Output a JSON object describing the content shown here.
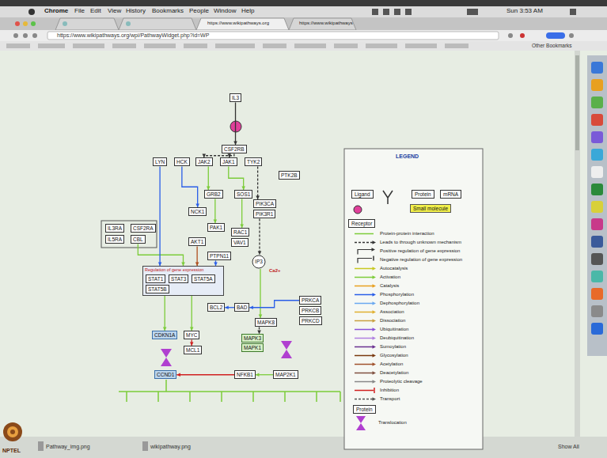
{
  "diagram": {
    "nodes": [
      {
        "text": [
          "IL3"
        ]
      },
      {
        "text": [
          "CSF2RB"
        ]
      },
      {
        "text": [
          "LYN"
        ]
      },
      {
        "text": [
          "HCK"
        ]
      },
      {
        "text": [
          "JAK2"
        ]
      },
      {
        "text": [
          "JAK1"
        ]
      },
      {
        "text": [
          "TYK2"
        ]
      },
      {
        "text": [
          "PTK2B"
        ]
      },
      {
        "text": [
          "GRB2"
        ]
      },
      {
        "text": [
          "SOS1"
        ]
      },
      {
        "text": [
          "NCK1"
        ]
      },
      {
        "text": [
          "PIK3CA"
        ]
      },
      {
        "text": [
          "PIK3R1"
        ]
      },
      {
        "text": [
          "PAK1"
        ]
      },
      {
        "text": [
          "AKT1"
        ]
      },
      {
        "text": [
          "RAC1"
        ]
      },
      {
        "text": [
          "VAV1"
        ]
      },
      {
        "text": [
          "PTPN11"
        ]
      },
      {
        "text": [
          "IL3RA"
        ]
      },
      {
        "text": [
          "CSF2RA"
        ]
      },
      {
        "text": [
          "IL5RA"
        ]
      },
      {
        "text": [
          "CBL"
        ]
      },
      {
        "text": [
          "Regulation of gene expression"
        ]
      },
      {
        "text": [
          "STAT1"
        ],
        "in": 22
      },
      {
        "text": [
          "STAT3"
        ],
        "in": 22
      },
      {
        "text": [
          "STAT5A"
        ],
        "in": 22
      },
      {
        "text": [
          "STAT5B"
        ],
        "in": 22
      },
      {
        "text": [
          "IP3"
        ]
      },
      {
        "text": [
          "BCL2"
        ]
      },
      {
        "text": [
          "BAD"
        ]
      },
      {
        "text": [
          "PRKCA"
        ]
      },
      {
        "text": [
          "PRKCB"
        ]
      },
      {
        "text": [
          "PRKCD"
        ]
      },
      {
        "text": [
          "CDKN1A"
        ]
      },
      {
        "text": [
          "MYC"
        ]
      },
      {
        "text": [
          "MAPK8"
        ]
      },
      {
        "text": [
          "MAPK3"
        ]
      },
      {
        "text": [
          "MAPK1"
        ]
      },
      {
        "text": [
          "MCL1"
        ]
      },
      {
        "text": [
          "CCND1"
        ]
      },
      {
        "text": [
          "NFKB1"
        ]
      },
      {
        "text": [
          "MAP2K1"
        ]
      }
    ],
    "edges": [
      {
        "from": 0,
        "to": 1,
        "arrow": "to"
      },
      {
        "from": 1,
        "to": 4,
        "arrow": "to"
      },
      {
        "from": 1,
        "to": 5,
        "arrow": "to"
      },
      {
        "from": 4,
        "to": 8,
        "arrow": "to"
      },
      {
        "from": 5,
        "to": 9,
        "arrow": "to"
      },
      {
        "from": 6,
        "to": 11,
        "arrow": "to"
      },
      {
        "from": 3,
        "to": 10,
        "arrow": "to"
      },
      {
        "from": 8,
        "to": 13,
        "arrow": "to"
      },
      {
        "from": 9,
        "to": 15,
        "arrow": "to"
      },
      {
        "from": 12,
        "to": 27,
        "arrow": "to"
      },
      {
        "from": 21,
        "to": 22,
        "arrow": "to"
      },
      {
        "from": 2,
        "to": 22,
        "arrow": "to"
      },
      {
        "from": 14,
        "to": 22,
        "arrow": "to"
      },
      {
        "from": 17,
        "to": 22,
        "arrow": "to"
      },
      {
        "from": 22,
        "to": 33,
        "arrow": "to"
      },
      {
        "from": 22,
        "to": 34,
        "arrow": "to"
      },
      {
        "from": 34,
        "to": 38,
        "arrow": "to"
      },
      {
        "from": 35,
        "to": 36,
        "arrow": "to"
      },
      {
        "from": 27,
        "to": 35,
        "arrow": "to"
      },
      {
        "from": 29,
        "to": 28,
        "arrow": "to"
      },
      {
        "from": 30,
        "to": 29,
        "arrow": "to"
      },
      {
        "from": 41,
        "to": 40,
        "arrow": "to"
      },
      {
        "from": 40,
        "to": 39,
        "arrow": "to"
      }
    ],
    "labels": [
      "Chrome",
      "File",
      "Edit",
      "View",
      "History",
      "Bookmarks",
      "People",
      "Window",
      "Help",
      "Sun 3:53 AM",
      "https://www.wikipathways.org",
      "https://www.wikipathways",
      "https://www.wikipathways.org/wpi/PathwayWidget.php?id=WP",
      "Other Bookmarks",
      "LEGEND",
      "Ca2+",
      "Pathway_img.png",
      "wikipathway.png",
      "Show All",
      "NPTEL"
    ],
    "legend": [
      {
        "text": "Ligand"
      },
      {
        "text": "Receptor"
      },
      {
        "text": "Protein"
      },
      {
        "text": "mRNA"
      },
      {
        "text": "Small molecule",
        "color": "#f2f04a"
      },
      {
        "text": "Protein-protein interaction"
      },
      {
        "text": "Leads to through unknown mechanism"
      },
      {
        "text": "Positive regulation of gene expression"
      },
      {
        "text": "Negative regulation of gene expression"
      },
      {
        "text": "Autocatalysis"
      },
      {
        "text": "Activation"
      },
      {
        "text": "Catalysis"
      },
      {
        "text": "Phosphorylation"
      },
      {
        "text": "Dephosphorylation"
      },
      {
        "text": "Association"
      },
      {
        "text": "Dissociation"
      },
      {
        "text": "Ubiquitination"
      },
      {
        "text": "Deubiquitination"
      },
      {
        "text": "Sumoylation"
      },
      {
        "text": "Glycosylation"
      },
      {
        "text": "Acetylation"
      },
      {
        "text": "Deacetylation"
      },
      {
        "text": "Proteolytic cleavage"
      },
      {
        "text": "Inhibition"
      },
      {
        "text": "Transport"
      },
      {
        "text": "Protein"
      },
      {
        "text": "Translocation"
      }
    ]
  }
}
